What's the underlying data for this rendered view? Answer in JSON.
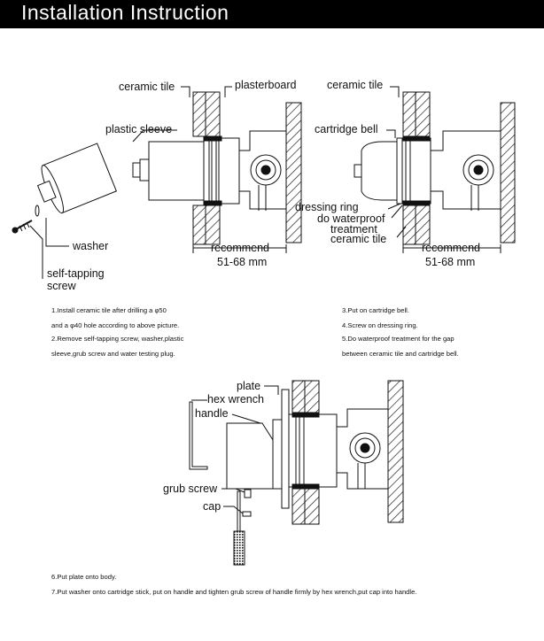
{
  "header": {
    "title": "Installation Instruction"
  },
  "diagram1": {
    "labels": {
      "ceramic_tile": "ceramic tile",
      "plasterboard": "plasterboard",
      "plastic_sleeve": "plastic sleeve",
      "washer": "washer",
      "self_tapping_1": "self-tapping",
      "self_tapping_2": "screw",
      "recommend": "recommend",
      "dimension": "51-68 mm"
    },
    "steps": [
      "1.Install ceramic tile after drilling a φ50",
      "and a φ40 hole according to above picture.",
      "2.Remove self-tapping screw, washer,plastic",
      "sleeve,grub screw and water testing plug."
    ]
  },
  "diagram2": {
    "labels": {
      "ceramic_tile": "ceramic tile",
      "cartridge_bell": "cartridge bell",
      "dressing_ring": "dressing ring",
      "waterproof_1": "do waterproof",
      "waterproof_2": "treatment",
      "ceramic_tile_2": "ceramic tile",
      "recommend": "recommend",
      "dimension": "51-68 mm"
    },
    "steps": [
      "3.Put on cartridge bell.",
      "4.Screw on dressing ring.",
      "5.Do waterproof treatment for the gap",
      "between ceramic tile and cartridge bell."
    ]
  },
  "diagram3": {
    "labels": {
      "plate": "plate",
      "hex_wrench": "hex wrench",
      "handle": "handle",
      "grub_screw": "grub screw",
      "cap": "cap"
    },
    "steps": [
      "6.Put plate onto body.",
      "7.Put washer onto cartridge stick, put on handle and tighten grub screw of handle firmly by hex wrench,put cap into handle."
    ]
  }
}
